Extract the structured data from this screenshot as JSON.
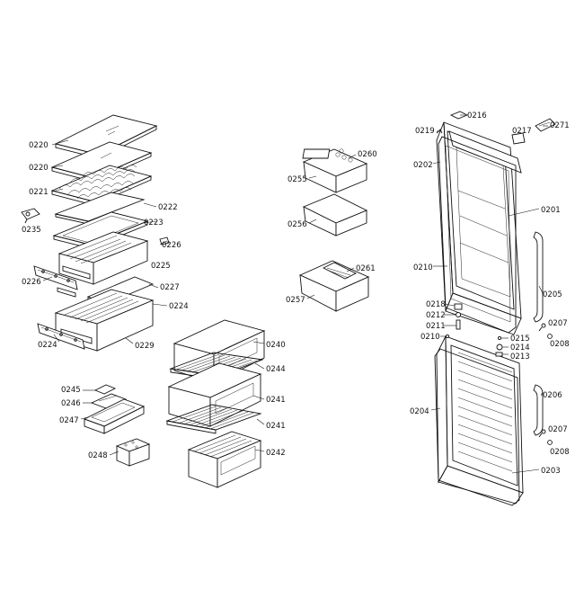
{
  "labels": {
    "l0220a": "0220",
    "l0220b": "0220",
    "l0221": "0221",
    "l0222": "0222",
    "l0223": "0223",
    "l0235": "0235",
    "l0226a": "0226",
    "l0225": "0225",
    "l0226b": "0226",
    "l0227": "0227",
    "l0224a": "0224",
    "l0224b": "0224",
    "l0229": "0229",
    "l0245": "0245",
    "l0246": "0246",
    "l0247": "0247",
    "l0248": "0248",
    "l0240": "0240",
    "l0244a": "0244",
    "l0241a": "0241",
    "l0241b": "0241",
    "l0242": "0242",
    "l0260": "0260",
    "l0255": "0255",
    "l0256": "0256",
    "l0261": "0261",
    "l0257": "0257",
    "l0216": "0216",
    "l0219": "0219",
    "l0217": "0217",
    "l0271": "0271",
    "l0202": "0202",
    "l0201": "0201",
    "l0210a": "0210",
    "l0205": "0205",
    "l0218": "0218",
    "l0212": "0212",
    "l0211": "0211",
    "l0210b": "0210",
    "l0215": "0215",
    "l0214": "0214",
    "l0213": "0213",
    "l0207a": "0207",
    "l0208a": "0208",
    "l0206": "0206",
    "l0204": "0204",
    "l0207b": "0207",
    "l0208b": "0208",
    "l0203": "0203"
  }
}
